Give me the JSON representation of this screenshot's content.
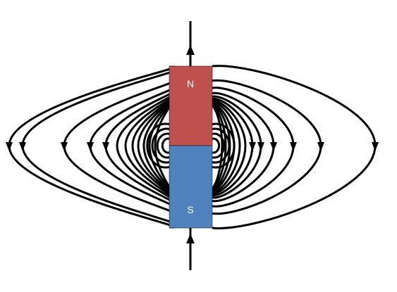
{
  "magnet": {
    "north_label": "N",
    "south_label": "S",
    "north_color": "#c0504d",
    "south_color": "#4f81bd",
    "label_color": "#ffffff"
  },
  "field": {
    "line_color": "#000000",
    "loops_per_side": 12,
    "arrow_direction": "out-of-north-into-south"
  }
}
